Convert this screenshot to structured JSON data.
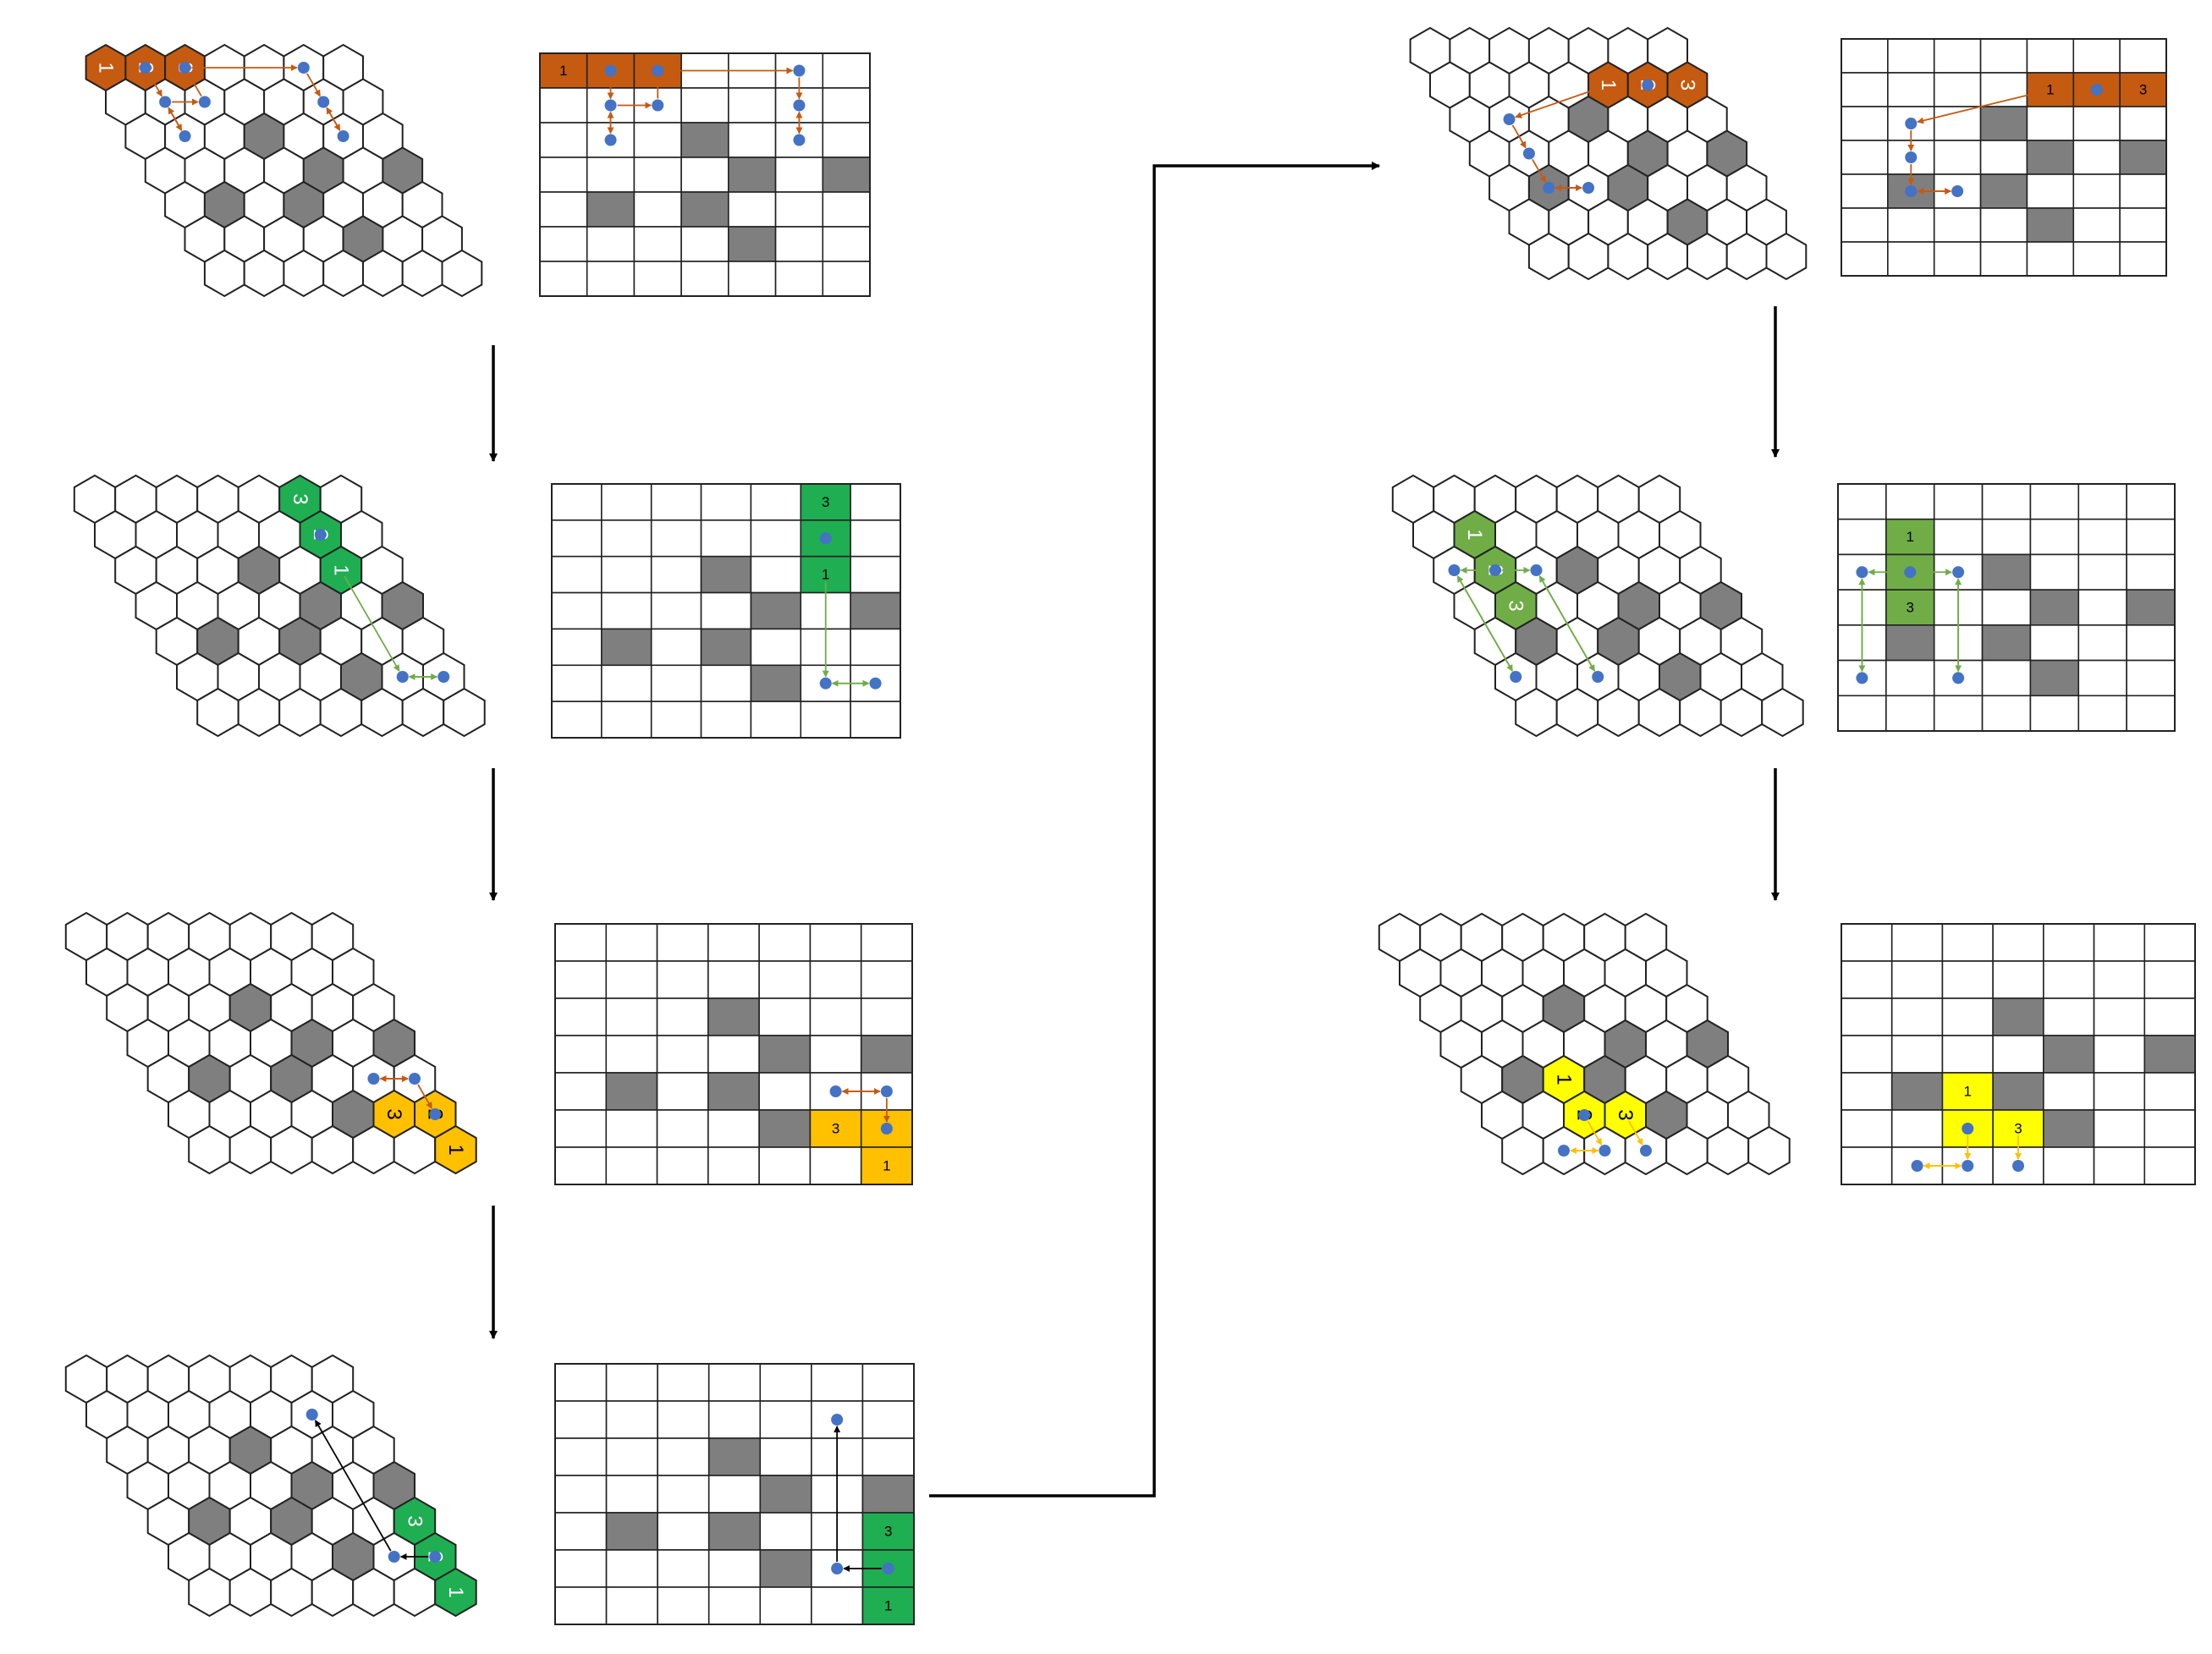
{
  "colors": {
    "background": "#ffffff",
    "empty": "#ffffff",
    "obstacle": "#7f7f7f",
    "outline": "#222222",
    "dot": "#4472c4",
    "flow_arrow": "#000000",
    "piece_orange": "#c55a11",
    "piece_green": "#1fae52",
    "piece_amber": "#ffc000",
    "piece_olive": "#70ad47",
    "piece_yellow": "#ffff00",
    "piece_text_dark": "#000000",
    "piece_text_light": "#ffffff"
  },
  "board": {
    "rows": 7,
    "cols": 7,
    "obstacles": [
      [
        2,
        3
      ],
      [
        3,
        4
      ],
      [
        3,
        6
      ],
      [
        4,
        1
      ],
      [
        4,
        3
      ],
      [
        5,
        4
      ]
    ]
  },
  "steps": [
    {
      "id": "step-1",
      "color_key": "piece_orange",
      "arrow_key": "piece_orange",
      "pieces": [
        {
          "r": 0,
          "c": 0,
          "label": "1"
        },
        {
          "r": 0,
          "c": 1,
          "label": "2"
        },
        {
          "r": 0,
          "c": 2,
          "label": "3"
        }
      ],
      "dots": [
        [
          0,
          1
        ],
        [
          0,
          2
        ],
        [
          0,
          5
        ],
        [
          1,
          1
        ],
        [
          1,
          2
        ],
        [
          1,
          5
        ],
        [
          2,
          1
        ],
        [
          2,
          5
        ]
      ],
      "moves": [
        [
          [
            0,
            2
          ],
          [
            0,
            5
          ]
        ],
        [
          [
            0,
            1
          ],
          [
            1,
            1
          ]
        ],
        [
          [
            1,
            1
          ],
          [
            1,
            2
          ]
        ],
        [
          [
            1,
            2
          ],
          [
            0,
            2
          ]
        ],
        [
          [
            1,
            1
          ],
          [
            2,
            1
          ]
        ],
        [
          [
            2,
            1
          ],
          [
            1,
            1
          ]
        ],
        [
          [
            0,
            5
          ],
          [
            1,
            5
          ]
        ],
        [
          [
            1,
            5
          ],
          [
            2,
            5
          ]
        ],
        [
          [
            2,
            5
          ],
          [
            1,
            5
          ]
        ]
      ]
    },
    {
      "id": "step-2",
      "color_key": "piece_green",
      "arrow_key": "piece_olive",
      "pieces": [
        {
          "r": 0,
          "c": 5,
          "label": "3"
        },
        {
          "r": 1,
          "c": 5,
          "label": "2"
        },
        {
          "r": 2,
          "c": 5,
          "label": "1"
        }
      ],
      "dots": [
        [
          1,
          5
        ],
        [
          5,
          5
        ],
        [
          5,
          6
        ]
      ],
      "moves": [
        [
          [
            2,
            5
          ],
          [
            5,
            5
          ]
        ],
        [
          [
            5,
            6
          ],
          [
            5,
            5
          ]
        ],
        [
          [
            5,
            5
          ],
          [
            5,
            6
          ]
        ]
      ]
    },
    {
      "id": "step-3",
      "color_key": "piece_amber",
      "arrow_key": "piece_orange",
      "pieces": [
        {
          "r": 5,
          "c": 5,
          "label": "3"
        },
        {
          "r": 5,
          "c": 6,
          "label": "2"
        },
        {
          "r": 6,
          "c": 6,
          "label": "1"
        }
      ],
      "dots": [
        [
          4,
          5
        ],
        [
          4,
          6
        ],
        [
          5,
          6
        ]
      ],
      "moves": [
        [
          [
            4,
            6
          ],
          [
            4,
            5
          ]
        ],
        [
          [
            4,
            5
          ],
          [
            4,
            6
          ]
        ],
        [
          [
            4,
            6
          ],
          [
            5,
            6
          ]
        ]
      ]
    },
    {
      "id": "step-4",
      "color_key": "piece_green",
      "arrow_key": "flow_arrow",
      "pieces": [
        {
          "r": 4,
          "c": 6,
          "label": "3"
        },
        {
          "r": 5,
          "c": 6,
          "label": "2"
        },
        {
          "r": 6,
          "c": 6,
          "label": "1"
        }
      ],
      "dots": [
        [
          1,
          5
        ],
        [
          5,
          5
        ],
        [
          5,
          6
        ]
      ],
      "moves": [
        [
          [
            5,
            5
          ],
          [
            1,
            5
          ]
        ],
        [
          [
            5,
            6
          ],
          [
            5,
            5
          ]
        ]
      ]
    },
    {
      "id": "step-5",
      "color_key": "piece_orange",
      "arrow_key": "piece_orange",
      "pieces": [
        {
          "r": 1,
          "c": 4,
          "label": "1"
        },
        {
          "r": 1,
          "c": 5,
          "label": "2"
        },
        {
          "r": 1,
          "c": 6,
          "label": "3"
        }
      ],
      "dots": [
        [
          1,
          5
        ],
        [
          2,
          1
        ],
        [
          3,
          1
        ],
        [
          4,
          1
        ],
        [
          4,
          2
        ]
      ],
      "moves": [
        [
          [
            1,
            4
          ],
          [
            2,
            1
          ]
        ],
        [
          [
            2,
            1
          ],
          [
            3,
            1
          ]
        ],
        [
          [
            3,
            1
          ],
          [
            4,
            1
          ]
        ],
        [
          [
            4,
            1
          ],
          [
            4,
            2
          ]
        ],
        [
          [
            4,
            2
          ],
          [
            4,
            1
          ]
        ]
      ]
    },
    {
      "id": "step-6",
      "color_key": "piece_olive",
      "arrow_key": "piece_olive",
      "pieces": [
        {
          "r": 1,
          "c": 1,
          "label": "1"
        },
        {
          "r": 2,
          "c": 1,
          "label": "2"
        },
        {
          "r": 3,
          "c": 1,
          "label": "3"
        }
      ],
      "dots": [
        [
          2,
          0
        ],
        [
          2,
          1
        ],
        [
          2,
          2
        ],
        [
          5,
          0
        ],
        [
          5,
          2
        ]
      ],
      "moves": [
        [
          [
            2,
            1
          ],
          [
            2,
            0
          ]
        ],
        [
          [
            2,
            1
          ],
          [
            2,
            2
          ]
        ],
        [
          [
            2,
            0
          ],
          [
            5,
            0
          ]
        ],
        [
          [
            5,
            0
          ],
          [
            2,
            0
          ]
        ],
        [
          [
            2,
            2
          ],
          [
            5,
            2
          ]
        ],
        [
          [
            5,
            2
          ],
          [
            2,
            2
          ]
        ]
      ]
    },
    {
      "id": "step-7",
      "color_key": "piece_yellow",
      "arrow_key": "piece_amber",
      "pieces": [
        {
          "r": 4,
          "c": 2,
          "label": "1"
        },
        {
          "r": 5,
          "c": 2,
          "label": "2"
        },
        {
          "r": 5,
          "c": 3,
          "label": "3"
        }
      ],
      "dots": [
        [
          5,
          2
        ],
        [
          6,
          1
        ],
        [
          6,
          2
        ],
        [
          6,
          3
        ]
      ],
      "moves": [
        [
          [
            5,
            2
          ],
          [
            6,
            2
          ]
        ],
        [
          [
            6,
            2
          ],
          [
            6,
            1
          ]
        ],
        [
          [
            6,
            1
          ],
          [
            6,
            2
          ]
        ],
        [
          [
            5,
            3
          ],
          [
            6,
            3
          ]
        ]
      ]
    }
  ]
}
